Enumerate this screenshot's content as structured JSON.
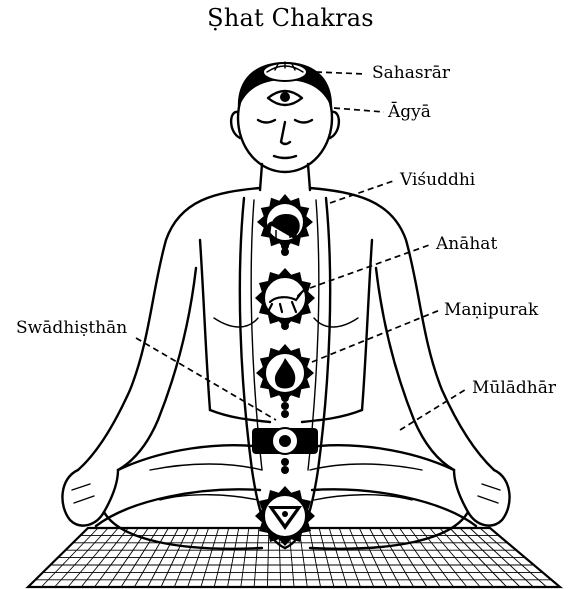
{
  "title": "Ṣhat Chakras",
  "labels": {
    "sahasrar": "Sahasrār",
    "agya": "Āgyā",
    "visuddhi": "Viśuddhi",
    "anahat": "Anāhat",
    "manipurak": "Maṇipurak",
    "swadhisthan": "Swādhiṣthān",
    "muladhar": "Mūlādhār"
  },
  "colors": {
    "ink": "#000000",
    "paper": "#ffffff"
  }
}
